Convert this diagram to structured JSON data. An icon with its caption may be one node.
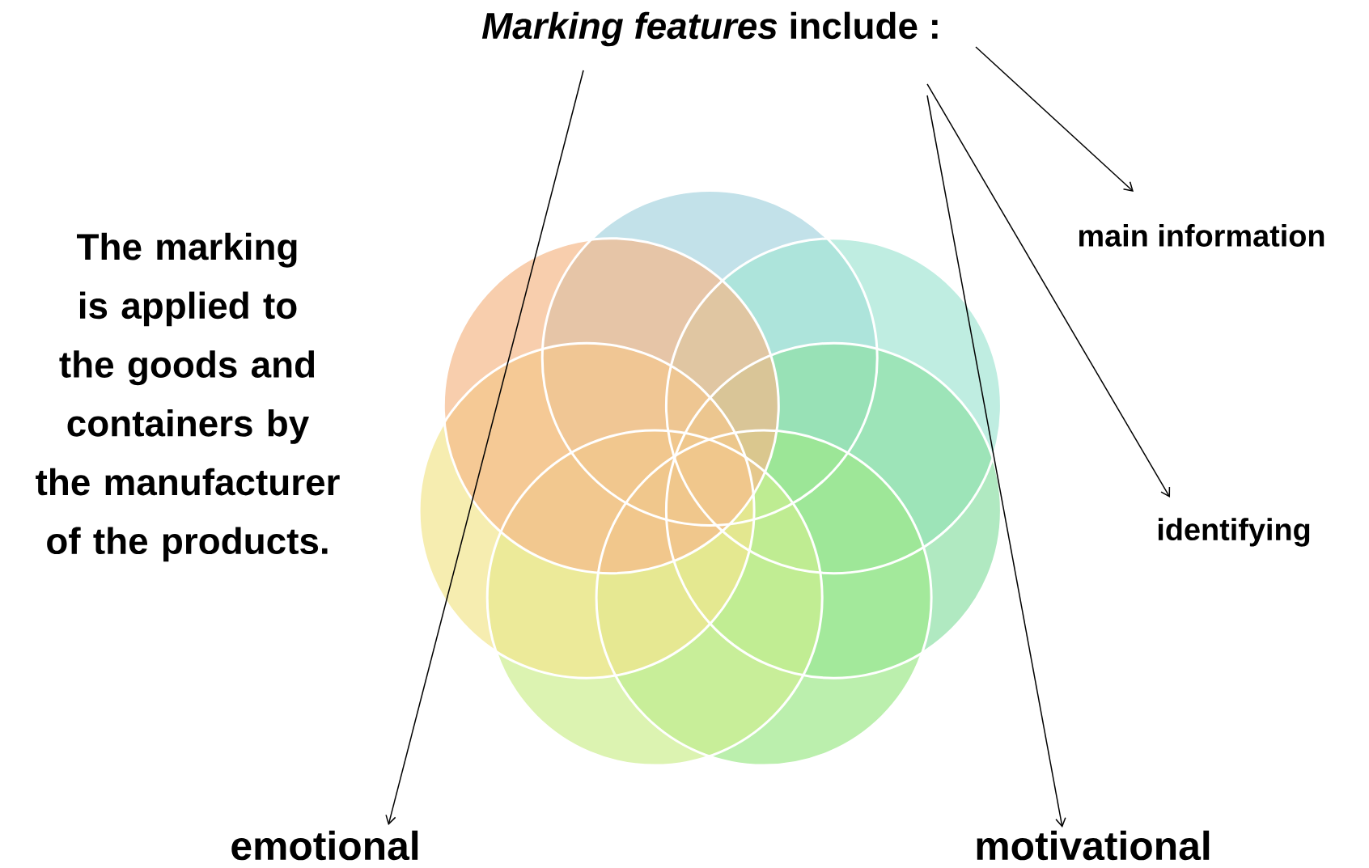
{
  "diagram": {
    "nodes": [
      {
        "text": [
          "*Marking features* include :"
        ]
      },
      {
        "text": [
          "main information"
        ]
      },
      {
        "text": [
          "identifying"
        ]
      },
      {
        "text": [
          "emotional"
        ]
      },
      {
        "text": [
          "motivational"
        ]
      }
    ],
    "edges": [
      {
        "from": 0,
        "to": 1,
        "arrow": "to"
      },
      {
        "from": 0,
        "to": 2,
        "arrow": "to"
      },
      {
        "from": 0,
        "to": 3,
        "arrow": "to"
      },
      {
        "from": 0,
        "to": 4,
        "arrow": "to"
      }
    ],
    "labels": [
      "The marking is applied to the goods and containers by the manufacturer of the products."
    ]
  }
}
